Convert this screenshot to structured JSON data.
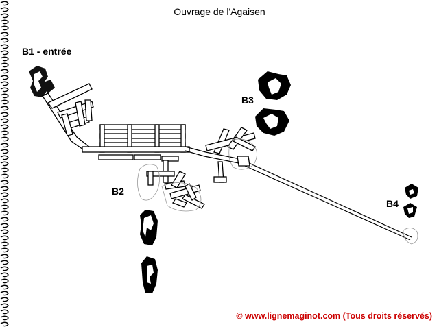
{
  "title": "Ouvrage de l'Agaisen",
  "labels": {
    "b1": "B1 - entrée",
    "b2": "B2",
    "b3": "B3",
    "b4": "B4"
  },
  "copyright": "© www.lignemaginot.com (Tous droits réservés)",
  "colors": {
    "background": "#ffffff",
    "ink": "#000000",
    "copyright": "#cc0000"
  },
  "icons": [
    "notebook-spiral-binding"
  ]
}
